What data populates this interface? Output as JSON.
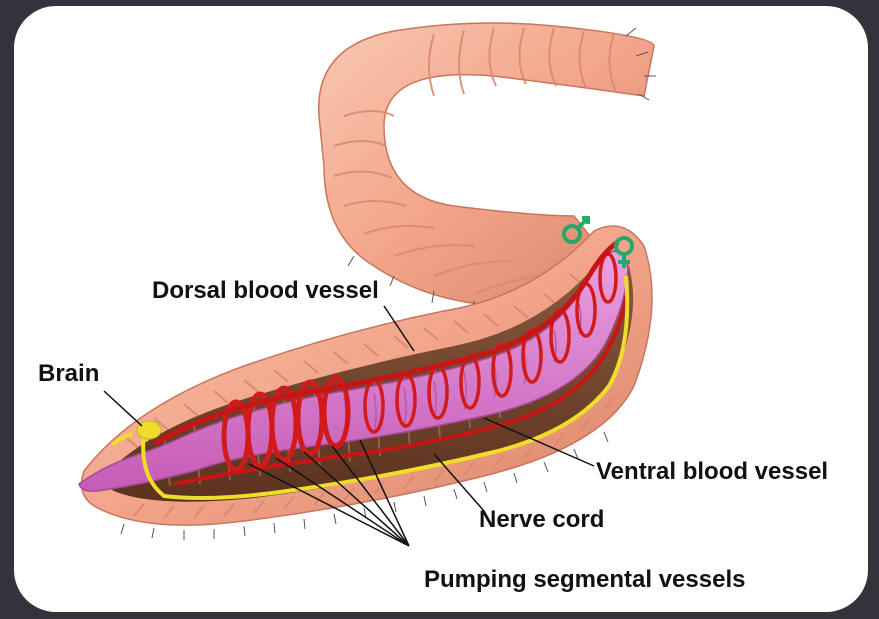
{
  "labels": {
    "dorsal": "Dorsal blood vessel",
    "brain": "Brain",
    "ventral": "Ventral blood vessel",
    "nerve": "Nerve cord",
    "pumping": "Pumping segmental vessels"
  },
  "colors": {
    "frame": "#33343b",
    "card": "#ffffff",
    "worm_skin": "#f2a58a",
    "body_cavity": "#6b3f2a",
    "gut": "#d873c8",
    "blood_vessel": "#d31a1a",
    "nerve": "#f0dc2a",
    "reproductive_organs": "#27a86a"
  },
  "icons": [
    "earthworm-illustration",
    "male-symbol-icon",
    "female-symbol-icon"
  ]
}
